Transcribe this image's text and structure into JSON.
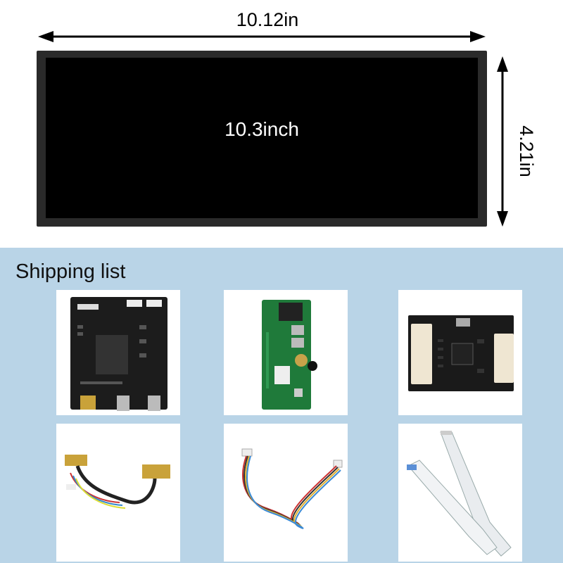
{
  "dimensions": {
    "width_label": "10.12in",
    "height_label": "4.21in"
  },
  "screen": {
    "label": "10.3inch",
    "bezel_color": "#2a2a2a",
    "screen_color": "#000000"
  },
  "shipping": {
    "title": "Shipping list",
    "background_color": "#b9d4e7",
    "items": [
      {
        "name": "driver-board"
      },
      {
        "name": "key-board"
      },
      {
        "name": "touch-controller-board"
      },
      {
        "name": "lvds-cable"
      },
      {
        "name": "wire-harness"
      },
      {
        "name": "ffc-ribbon-cable"
      }
    ]
  }
}
